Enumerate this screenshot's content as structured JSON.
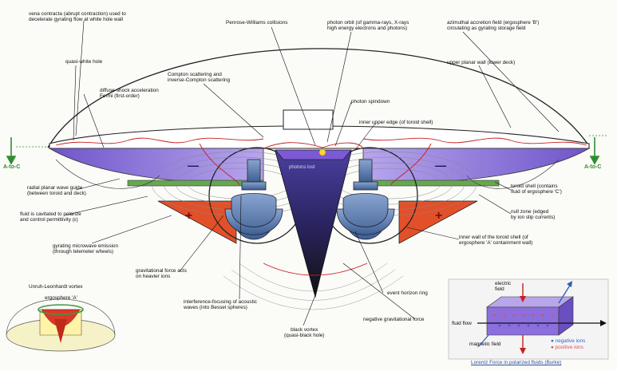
{
  "labels": {
    "vena_contracta": "vena contracta (abrupt contraction) used to\ndecelerate gyrating flow at white hole wall",
    "penrose": "Penrose-Williams collisions",
    "photon_orbit": "photon orbit (of gamma-rays, X-rays\nhigh energy electrons and photons)",
    "azimuthal": "azimuthal accretion field (ergosphere 'B')\ncirculating as gyrating storage field",
    "quasi_white": "quasi-white hole",
    "compton": "Compton scattering and\ninverse-Compton scattering",
    "upper_planar": "upper planar wall (lower deck)",
    "diffuse_shock": "diffuse-shock acceleration\nFermi (first-order)",
    "photon_spindown": "photon spindown",
    "inner_upper_edge": "inner upper edge (of toroid shell)",
    "photons_lost": "photons lost",
    "radial_planar": "radial planar wave guide\n(between toroid and deck)",
    "toroid_shell": "toroid shell (contains\nfluid of ergosphere 'C')",
    "fluid_cavitated": "fluid is cavitated to polarize\nand control permittivity (ε)",
    "null_zone": "null zone (edged\nby ion slip currents)",
    "gyrating_microwave": "gyrating microwave emission\n(through telemeter wheels)",
    "inner_wall": "inner wall of the toroid shell (of\nergosphere 'A' containment wall)",
    "gravitational_force": "gravitational force acts\non heavier ions",
    "event_horizon": "event horizon ring",
    "interference": "interference-focusing of acoustic\nwaves (into Bessel spheres)",
    "negative_grav": "negative gravitational force",
    "black_vortex": "black vortex\n(quasi-black hole)",
    "a_to_c_left": "A-to-C",
    "a_to_c_right": "A-to-C"
  },
  "inset_left": {
    "title": "Unruh-Leonhardt vortex",
    "subtitle": "ergosphere 'A'"
  },
  "inset_right": {
    "electric_field": "electric\nfield",
    "fluid_flow": "fluid flow",
    "magnetic_field": "magnetic field",
    "negative_ions": "● negative ions",
    "positive_ions": "● positive ions",
    "caption": "Lorentz Force in polarized fluids (Burke)"
  },
  "colors": {
    "violet": "#8a6fd8",
    "orange_red": "#e2502a",
    "steel_blue": "#5f7fae",
    "field_red": "#c81e1e",
    "green": "#2f8f2f"
  }
}
